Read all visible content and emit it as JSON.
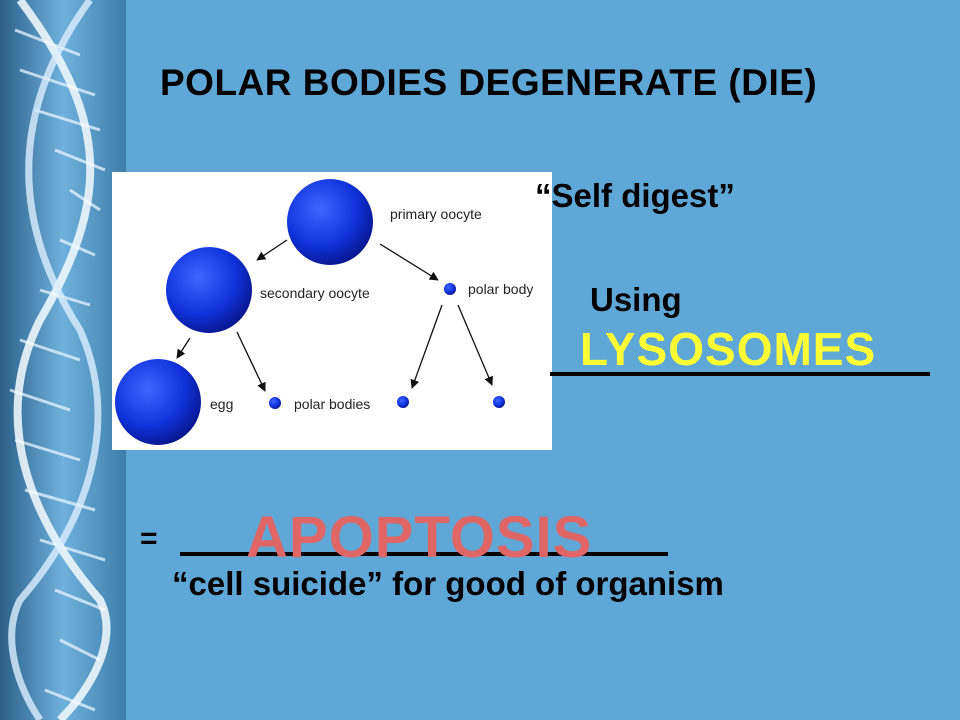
{
  "slide": {
    "title": "POLAR BODIES DEGENERATE (DIE)",
    "self_digest": "“Self digest”",
    "using": "Using",
    "lysosomes": "LYSOSOMES",
    "equals": "=",
    "apoptosis": "APOPTOSIS",
    "cell_suicide": "“cell suicide” for good of organism"
  },
  "diagram": {
    "labels": {
      "primary_oocyte": "primary oocyte",
      "secondary_oocyte": "secondary oocyte",
      "polar_body": "polar body",
      "egg": "egg",
      "polar_bodies": "polar bodies"
    }
  },
  "colors": {
    "background": "#5fa7d6",
    "lysosomes_text": "#ffff33",
    "apoptosis_text": "#e06666",
    "cell_fill": "#1133dd"
  }
}
